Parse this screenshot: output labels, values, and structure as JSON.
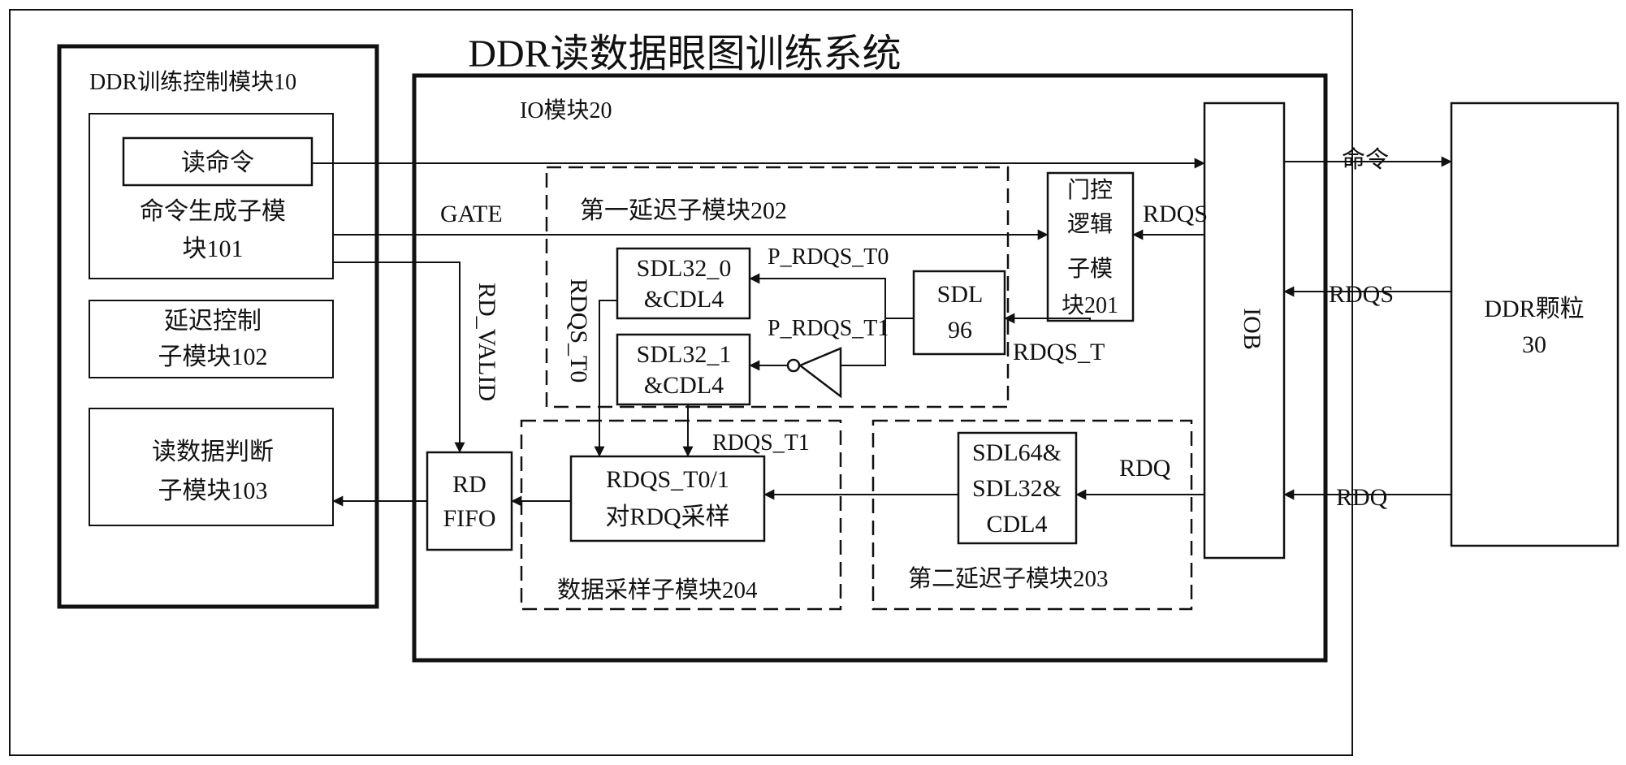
{
  "title": "DDR读数据眼图训练系统",
  "blocks": {
    "ctrl_module": "DDR训练控制模块10",
    "read_cmd": "读命令",
    "cmd_gen_1": "命令生成子模",
    "cmd_gen_2": "块101",
    "delay_ctrl_1": "延迟控制",
    "delay_ctrl_2": "子模块102",
    "read_judge_1": "读数据判断",
    "read_judge_2": "子模块103",
    "io_module": "IO模块20",
    "first_delay": "第一延迟子模块202",
    "gate_logic": [
      "门控",
      "逻辑",
      "子模",
      "块201"
    ],
    "sdl32_0": [
      "SDL32_0",
      "&CDL4"
    ],
    "sdl32_1": [
      "SDL32_1",
      "&CDL4"
    ],
    "sdl96": [
      "SDL",
      "96"
    ],
    "rd_fifo": [
      "RD",
      "FIFO"
    ],
    "sample": [
      "RDQS_T0/1",
      "对RDQ采样"
    ],
    "data_sample": "数据采样子模块204",
    "sdl64": [
      "SDL64&",
      "SDL32&",
      "CDL4"
    ],
    "second_delay": "第二延迟子模块203",
    "iob": "IOB",
    "ddr_chip": [
      "DDR颗粒",
      "30"
    ]
  },
  "signals": {
    "gate": "GATE",
    "rd_valid": "RD_VALID",
    "rdqs_t0_v": "RDQS_T0",
    "p_rdqs_t0": "P_RDQS_T0",
    "p_rdqs_t1": "P_RDQS_T1",
    "rdqs_t": "RDQS_T",
    "rdqs_t1": "RDQS_T1",
    "rdqs_gate": "RDQS",
    "rdqs_ddr": "RDQS",
    "rdq_iob": "RDQ",
    "rdq_ddr": "RDQ",
    "cmd": "命令"
  }
}
